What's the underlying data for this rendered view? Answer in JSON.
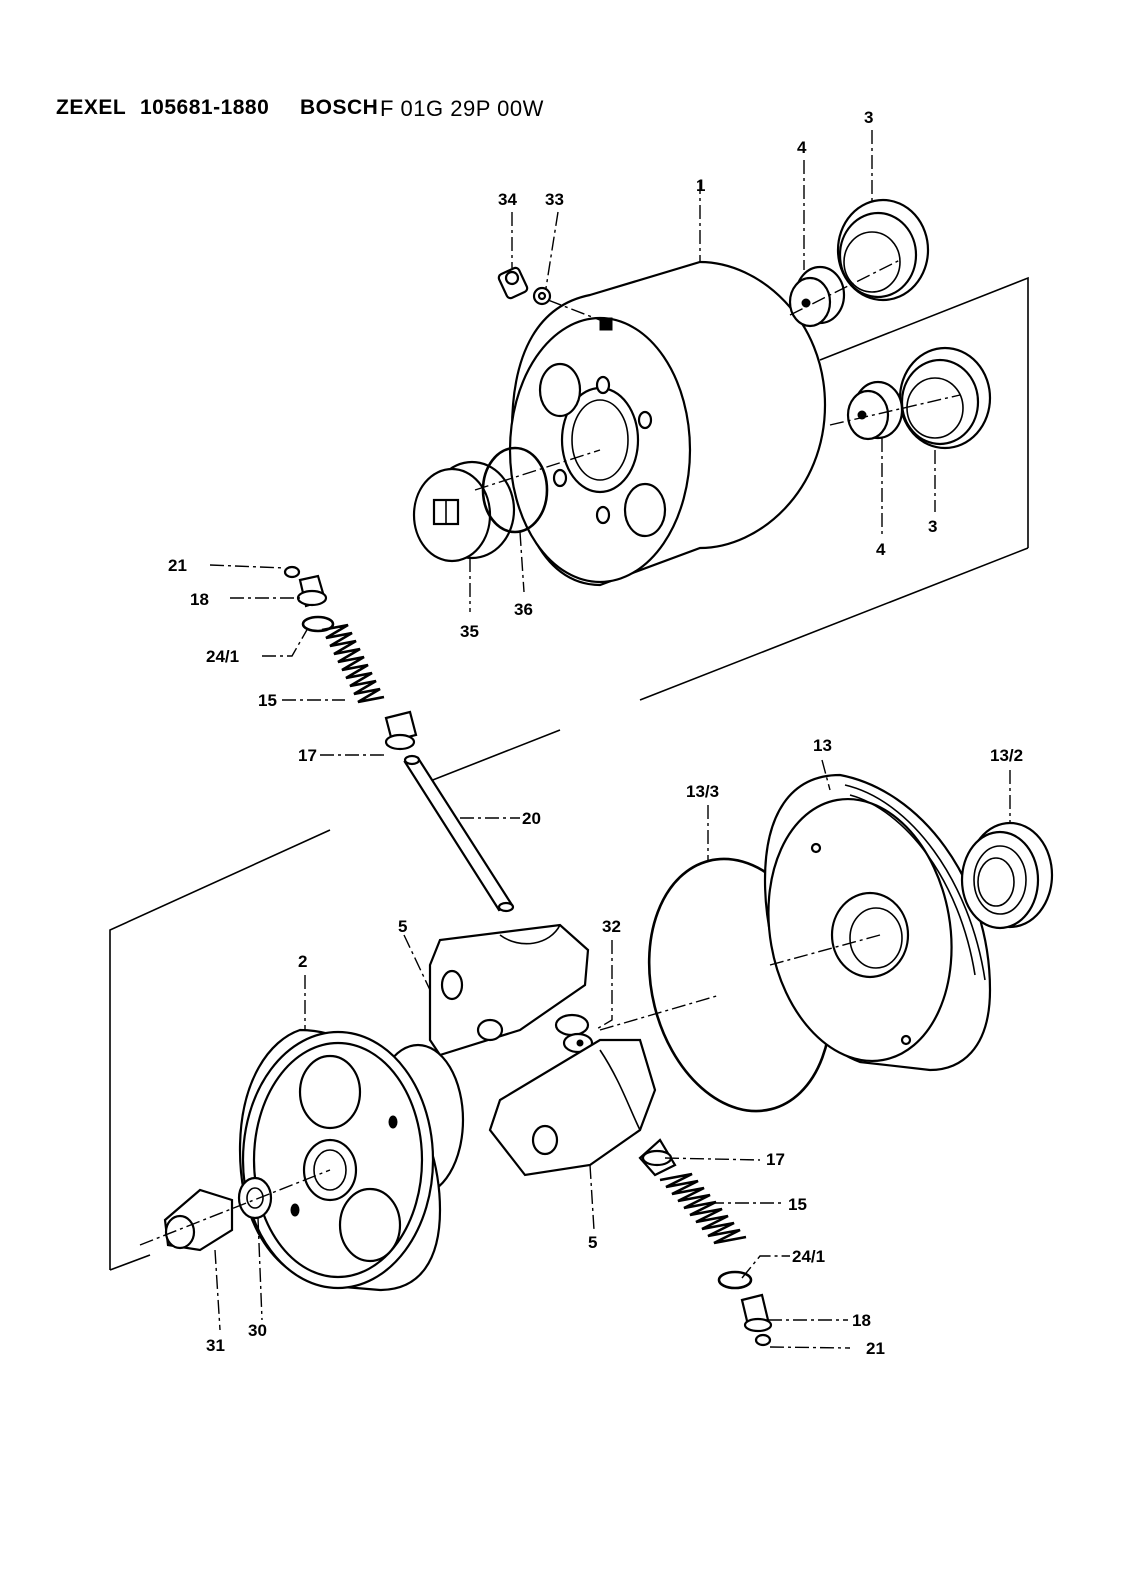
{
  "header": {
    "brand1": "ZEXEL",
    "number1": "105681-1880",
    "brand2": "BOSCH",
    "number2": "F 01G 29P 00W"
  },
  "callouts": {
    "c34": "34",
    "c33": "33",
    "c1": "1",
    "c4a": "4",
    "c3a": "3",
    "c4b": "4",
    "c3b": "3",
    "c35": "35",
    "c36": "36",
    "c21a": "21",
    "c18a": "18",
    "c24a": "24/1",
    "c15a": "15",
    "c17a": "17",
    "c20": "20",
    "c13": "13",
    "c13_2": "13/2",
    "c13_3": "13/3",
    "c5a": "5",
    "c32": "32",
    "c2": "2",
    "c17b": "17",
    "c15b": "15",
    "c24b": "24/1",
    "c5b": "5",
    "c18b": "18",
    "c21b": "21",
    "c31": "31",
    "c30": "30"
  }
}
